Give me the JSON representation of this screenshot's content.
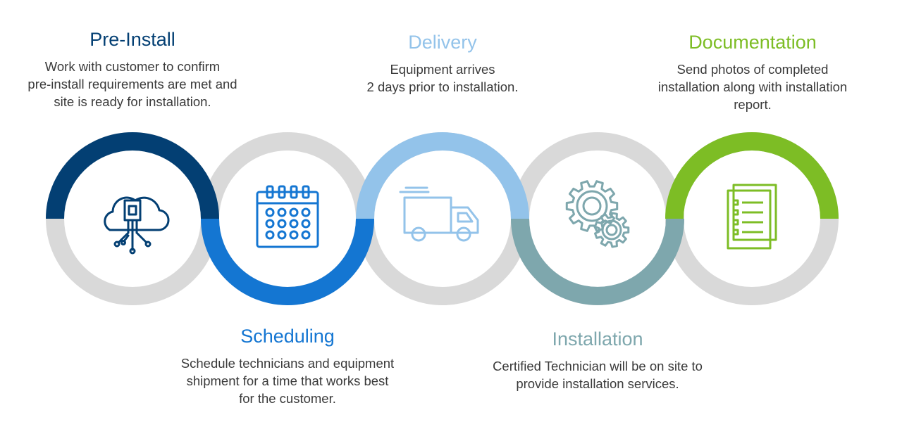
{
  "colors": {
    "ring_gray": "#d9d9d9",
    "pre_install": "#033f73",
    "scheduling": "#1476d2",
    "delivery": "#93c3ea",
    "installation": "#7ea7ad",
    "documentation": "#7dbd25"
  },
  "steps": [
    {
      "id": "pre-install",
      "title": "Pre-Install",
      "lines": [
        "Work with customer to confirm",
        "pre-install requirements are met and",
        "site is ready for installation."
      ],
      "icon": "cloud-chip-icon",
      "color": "#033f73",
      "arc": "top"
    },
    {
      "id": "scheduling",
      "title": "Scheduling",
      "lines": [
        "Schedule technicians and equipment",
        "shipment for a time that works best",
        "for the customer."
      ],
      "icon": "calendar-icon",
      "color": "#1476d2",
      "arc": "bottom"
    },
    {
      "id": "delivery",
      "title": "Delivery",
      "lines": [
        "Equipment arrives",
        "2 days prior to installation."
      ],
      "icon": "truck-icon",
      "color": "#93c3ea",
      "arc": "top"
    },
    {
      "id": "installation",
      "title": "Installation",
      "lines": [
        "Certified Technician will be on site to",
        "provide installation services."
      ],
      "icon": "gears-icon",
      "color": "#7ea7ad",
      "arc": "bottom"
    },
    {
      "id": "documentation",
      "title": "Documentation",
      "lines": [
        "Send photos of completed",
        "installation along with installation",
        "report."
      ],
      "icon": "documents-icon",
      "color": "#7dbd25",
      "arc": "top"
    }
  ]
}
